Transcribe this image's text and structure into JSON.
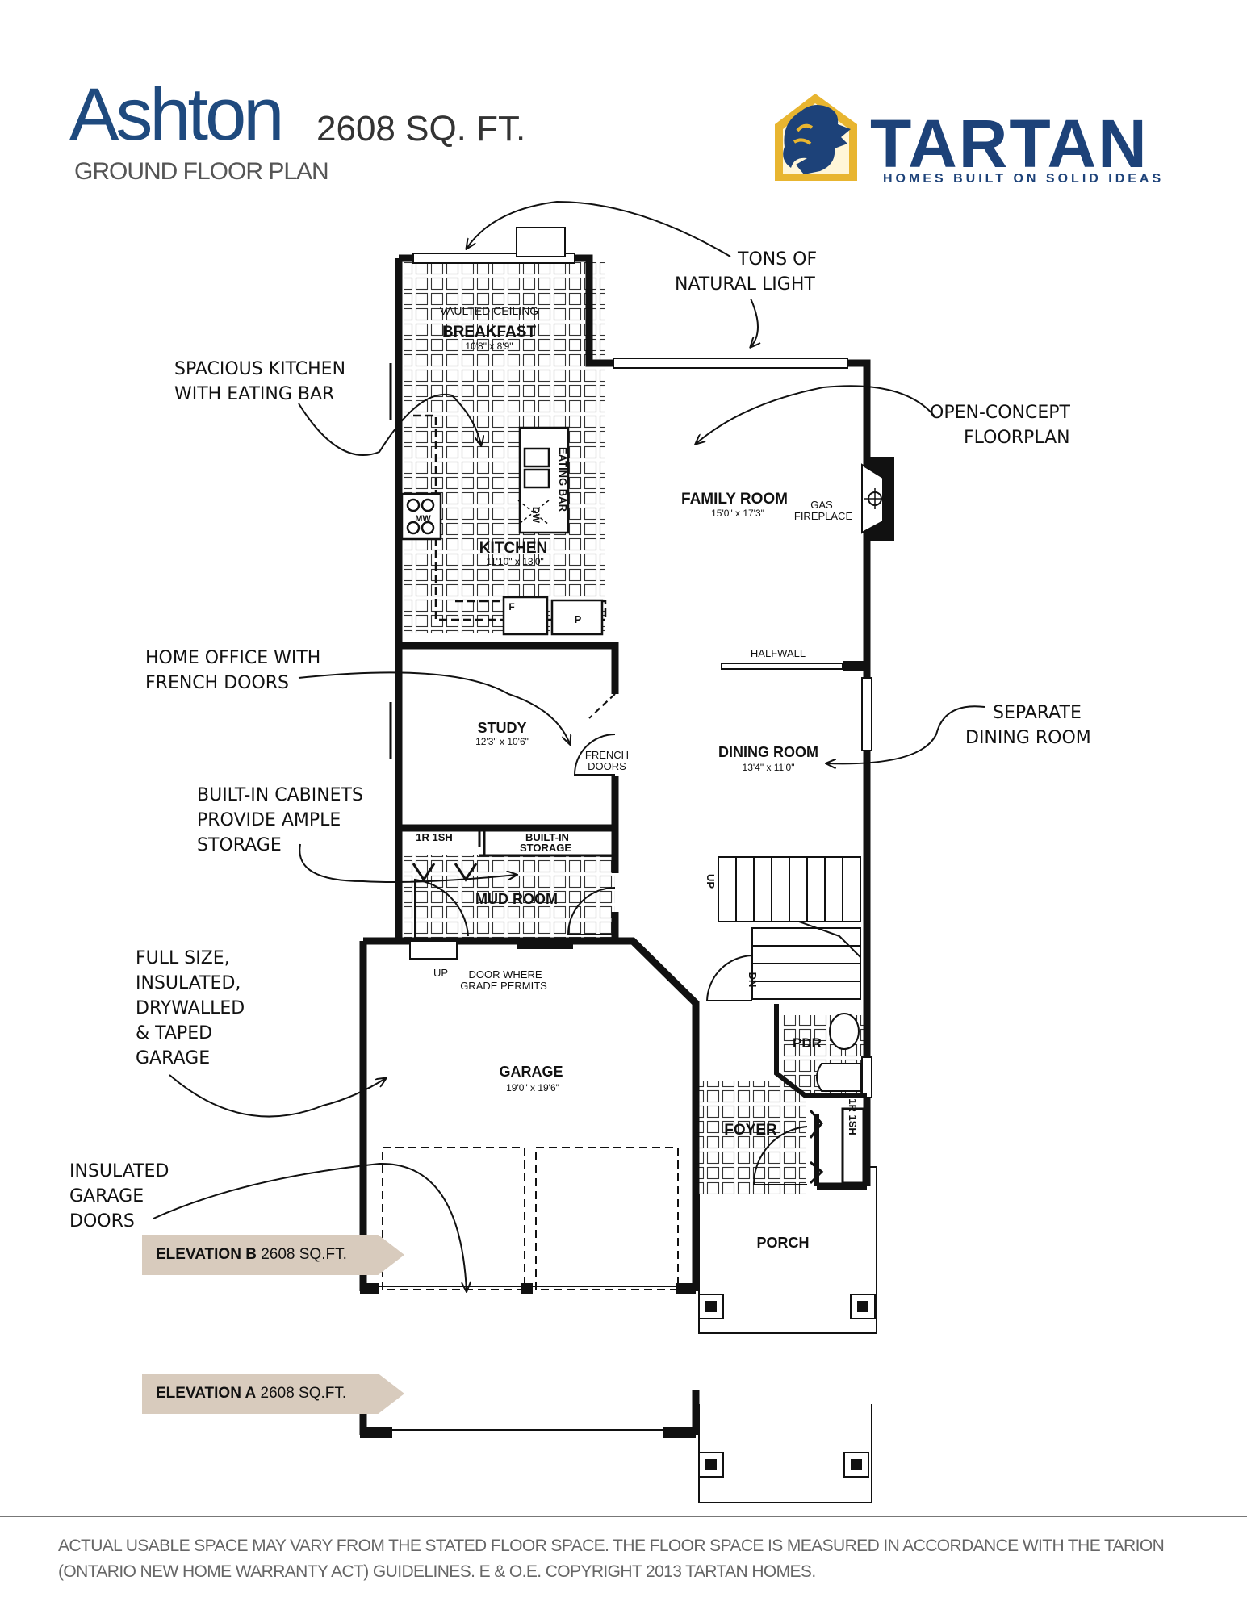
{
  "header": {
    "title": "Ashton",
    "area": "2608 SQ. FT.",
    "subtitle": "GROUND FLOOR PLAN"
  },
  "brand": {
    "name": "TARTAN",
    "tagline": "HOMES BUILT ON SOLID IDEAS",
    "color": "#1d4279",
    "accent": "#e8b530"
  },
  "rooms": {
    "breakfast": {
      "note": "VAULTED CEILING",
      "name": "BREAKFAST",
      "dims": "10'8\" x 8'9\""
    },
    "kitchen": {
      "name": "KITCHEN",
      "dims": "11'10\" x 13'0\"",
      "eating_bar": "EATING BAR",
      "dw": "DW",
      "mw": "MW",
      "fridge": "F",
      "pantry": "P"
    },
    "family": {
      "name": "FAMILY ROOM",
      "dims": "15'0\" x 17'3\"",
      "fireplace_line1": "GAS",
      "fireplace_line2": "FIREPLACE"
    },
    "halfwall": "HALFWALL",
    "study": {
      "name": "STUDY",
      "dims": "12'3\" x 10'6\"",
      "doors_line1": "FRENCH",
      "doors_line2": "DOORS"
    },
    "dining": {
      "name": "DINING ROOM",
      "dims": "13'4\" x 11'0\""
    },
    "closet1": "1R 1SH",
    "storage_line1": "BUILT-IN",
    "storage_line2": "STORAGE",
    "mud": {
      "name": "MUD ROOM"
    },
    "stairs_up": "UP",
    "stairs_dn": "DN",
    "garage_up": "UP",
    "grade_door_line1": "DOOR WHERE",
    "grade_door_line2": "GRADE PERMITS",
    "garage": {
      "name": "GARAGE",
      "dims": "19'0\" x 19'6\""
    },
    "pdr": "PDR",
    "foyer": "FOYER",
    "closet2": "1R 1SH",
    "porch": "PORCH"
  },
  "callouts": {
    "light": [
      "TONS OF",
      "NATURAL LIGHT"
    ],
    "kitchen": [
      "SPACIOUS KITCHEN",
      "WITH EATING BAR"
    ],
    "open": [
      "OPEN-CONCEPT",
      "FLOORPLAN"
    ],
    "office": [
      "HOME OFFICE WITH",
      "FRENCH DOORS"
    ],
    "dining": [
      "SEPARATE",
      "DINING ROOM"
    ],
    "cabinets": [
      "BUILT-IN CABINETS",
      "PROVIDE AMPLE",
      "STORAGE"
    ],
    "garage": [
      "FULL SIZE,",
      "INSULATED,",
      "DRYWALLED",
      "& TAPED",
      "GARAGE"
    ],
    "doors": [
      "INSULATED",
      "GARAGE",
      "DOORS"
    ]
  },
  "elevations": {
    "b": {
      "label": "ELEVATION B",
      "area": "2608 SQ.FT."
    },
    "a": {
      "label": "ELEVATION A",
      "area": "2608 SQ.FT."
    },
    "tag_color": "#d8cbbd"
  },
  "footer": {
    "disclaimer": "ACTUAL USABLE SPACE MAY VARY FROM THE STATED FLOOR SPACE. THE FLOOR SPACE IS MEASURED IN ACCORDANCE WITH THE TARION (ONTARIO NEW HOME WARRANTY ACT) GUIDELINES. E & O.E. COPYRIGHT 2013 TARTAN HOMES."
  }
}
